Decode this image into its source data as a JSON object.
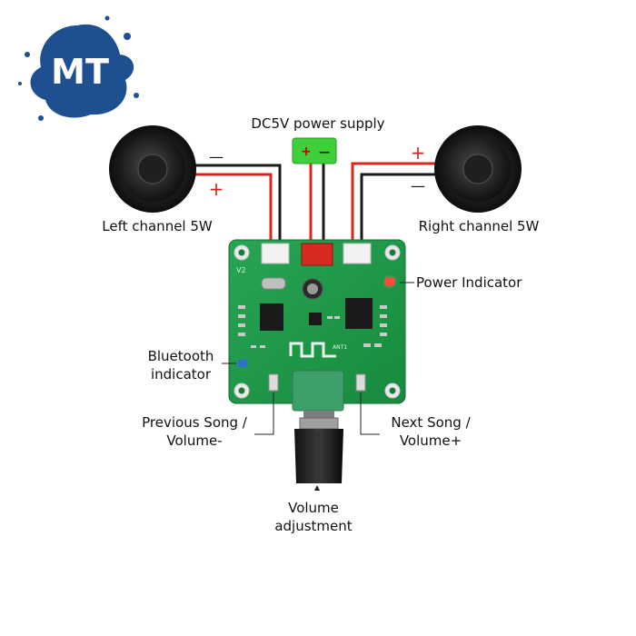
{
  "logo": {
    "text": "MT",
    "color": "#1d4f91"
  },
  "labels": {
    "power_supply": "DC5V power supply",
    "left_channel": "Left channel 5W",
    "right_channel": "Right channel 5W",
    "power_indicator": "Power Indicator",
    "bluetooth_indicator_line1": "Bluetooth",
    "bluetooth_indicator_line2": "indicator",
    "previous_song_line1": "Previous Song /",
    "previous_song_line2": "Volume-",
    "next_song_line1": "Next Song /",
    "next_song_line2": "Volume+",
    "volume_line1": "Volume",
    "volume_line2": "adjustment"
  },
  "polarity": {
    "left_minus": "—",
    "left_plus": "+",
    "right_plus": "+",
    "right_minus": "—",
    "supply_plus": "+",
    "supply_minus": "—"
  },
  "board": {
    "version": "V2",
    "antenna": "ANT1"
  },
  "colors": {
    "pcb": "#1f9a4a",
    "wire_red": "#d8261c",
    "wire_black": "#1a1a1a",
    "power_led": "#ff3a2a",
    "bluetooth_led": "#2f6fd0",
    "supply_block": "#3ecf3a"
  }
}
